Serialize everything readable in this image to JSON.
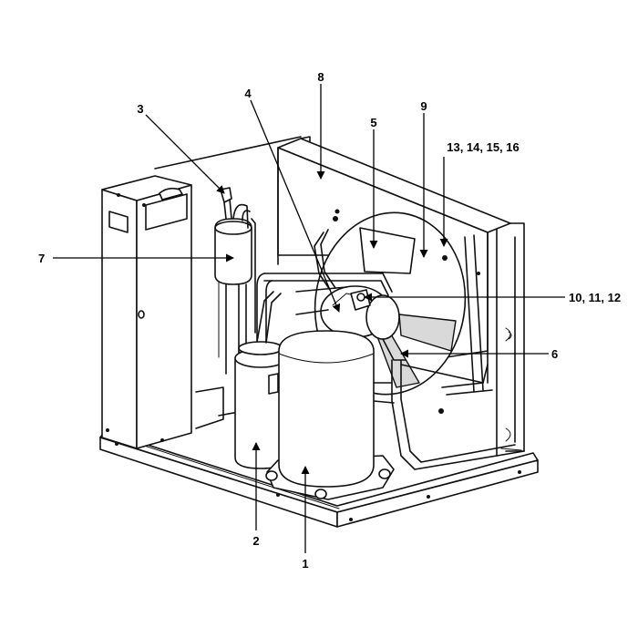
{
  "callouts": {
    "c1": "1",
    "c2": "2",
    "c3": "3",
    "c4": "4",
    "c5": "5",
    "c6": "6",
    "c7": "7",
    "c8": "8",
    "c9": "9",
    "c10": "10, 11, 12",
    "c13": "13, 14, 15, 16"
  }
}
